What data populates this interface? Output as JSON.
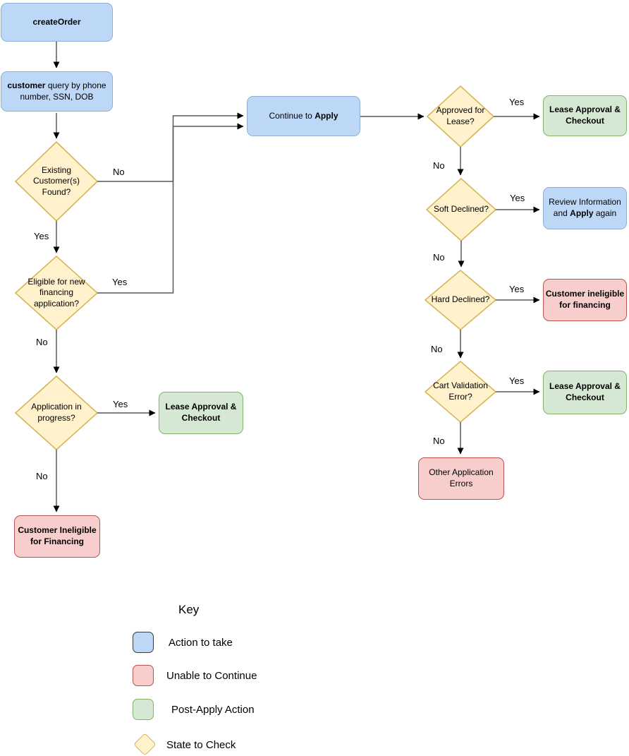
{
  "flow": {
    "nodes": {
      "create_order": {
        "label": "createOrder"
      },
      "customer_query": {
        "bold": "customer",
        "rest": " query by phone number, SSN, DOB"
      },
      "existing_customer": {
        "label": "Existing Customer(s) Found?"
      },
      "continue_apply": {
        "pre": "Continue to ",
        "bold": "Apply"
      },
      "approved_lease": {
        "label": "Approved for Lease?"
      },
      "lease_checkout_1": {
        "label": "Lease Approval & Checkout"
      },
      "soft_declined": {
        "label": "Soft Declined?"
      },
      "review_apply": {
        "pre": "Review Information and ",
        "bold": "Apply",
        "post": " again"
      },
      "hard_declined": {
        "label": "Hard Declined?"
      },
      "ineligible_right": {
        "label": "Customer ineligible for financing"
      },
      "cart_validation": {
        "label": "Cart Validation Error?"
      },
      "lease_checkout_2": {
        "label": "Lease Approval & Checkout"
      },
      "other_errors": {
        "label": "Other Application Errors"
      },
      "eligible_financing": {
        "label": "Eligible for new financing application?"
      },
      "app_in_progress": {
        "label": "Application in progress?"
      },
      "lease_checkout_left": {
        "label": "Lease Approval & Checkout"
      },
      "ineligible_left": {
        "label": "Customer Ineligible for Financing"
      }
    },
    "labels": {
      "existing_no": "No",
      "existing_yes": "Yes",
      "eligible_yes": "Yes",
      "eligible_no": "No",
      "progress_yes": "Yes",
      "progress_no": "No",
      "approved_yes": "Yes",
      "approved_no": "No",
      "soft_yes": "Yes",
      "soft_no": "No",
      "hard_yes": "Yes",
      "hard_no": "No",
      "cart_yes": "Yes",
      "cart_no": "No"
    }
  },
  "key": {
    "title": "Key",
    "items": [
      {
        "label": "Action to take",
        "shape": "rect",
        "fill": "#BDD8F7",
        "border": "#3A3A3A"
      },
      {
        "label": "Unable to Continue",
        "shape": "rect",
        "fill": "#F8CECC",
        "border": "#B85450"
      },
      {
        "label": "Post-Apply Action",
        "shape": "rect",
        "fill": "#D5E8D4",
        "border": "#82B366"
      },
      {
        "label": "State to Check",
        "shape": "diamond",
        "fill": "#FFF2CC",
        "border": "#D6B656"
      }
    ]
  },
  "colors": {
    "action_fill": "#BDD8F7",
    "action_border": "#8FAFD4",
    "state_fill": "#FFF2CC",
    "state_border": "#D6B656",
    "post_apply_fill": "#D5E8D4",
    "post_apply_border": "#82B366",
    "unable_fill": "#F8CECC",
    "unable_border": "#B85450",
    "edge_line": "#595959",
    "arrowhead": "#000000"
  }
}
